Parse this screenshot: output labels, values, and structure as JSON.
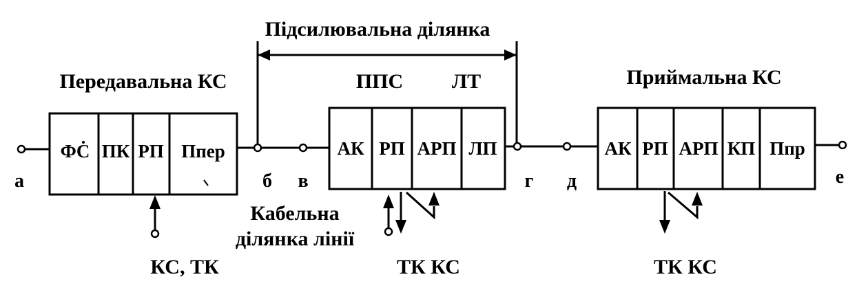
{
  "titles": {
    "amplifying_section": "Підсилювальна ділянка",
    "transmitting_ks": "Передавальна КС",
    "receiving_ks": "Приймальна КС",
    "ppis": "ППС",
    "lt": "ЛТ",
    "cable_section_line1": "Кабельна",
    "cable_section_line2": "ділянка лінії"
  },
  "points": {
    "a": "а",
    "b": "б",
    "v": "в",
    "g": "г",
    "d": "д",
    "e": "е"
  },
  "blocks": {
    "transmitting": [
      "ФС",
      "ПК",
      "РП",
      "Ппер"
    ],
    "intermediate": [
      "АК",
      "РП",
      "АРП",
      "ЛП"
    ],
    "receiving": [
      "АК",
      "РП",
      "АРП",
      "КП",
      "Ппр"
    ]
  },
  "bottom_labels": {
    "left": "КС, ТК",
    "middle": "ТК   КС",
    "right": "ТК  КС"
  },
  "colors": {
    "ink": "#000000",
    "background": "#ffffff"
  }
}
